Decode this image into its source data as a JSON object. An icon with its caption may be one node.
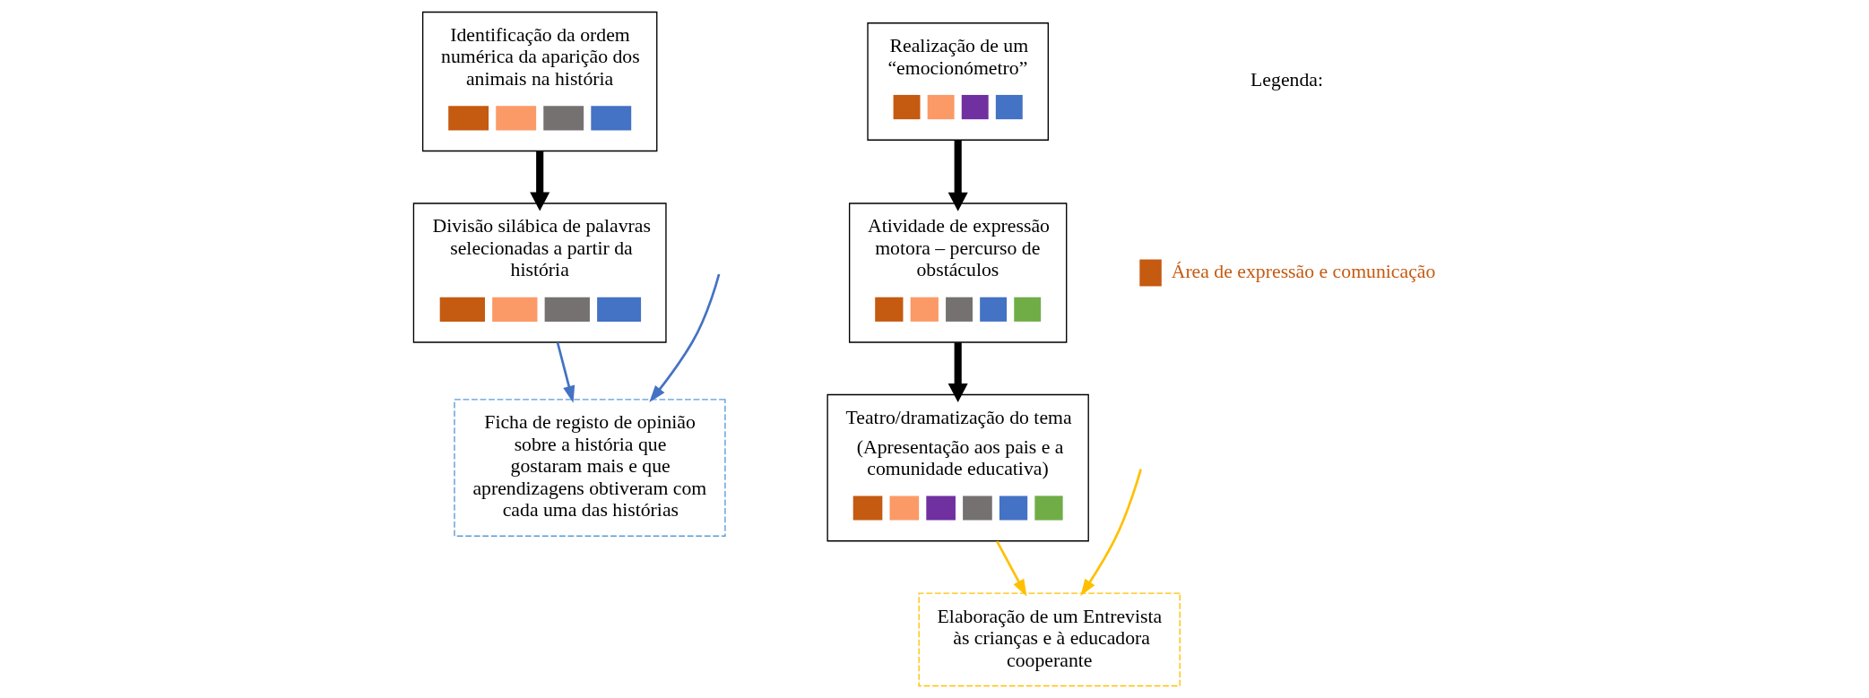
{
  "diagram": {
    "nodes": [
      {
        "text": [
          "Ficha de registo de opinião sobre a história que gostaram mais e que aprendizagens obtiveram com cada uma das histórias"
        ]
      },
      {
        "text": [
          "Identificação da ordem numérica da aparição dos animais na história"
        ]
      },
      {
        "text": [
          "Divisão silábica de palavras selecionadas a partir da história"
        ]
      },
      {
        "text": [
          "Realização de um “emocionómetro”"
        ]
      },
      {
        "text": [
          "Atividade de expressão motora – percurso de obstáculos"
        ]
      },
      {
        "text": [
          "Teatro/dramatização do tema",
          "(Apresentação aos pais e a comunidade educativa)"
        ]
      },
      {
        "text": [
          "Elaboração de um Entrevista às crianças e à educadora cooperante"
        ]
      }
    ],
    "edges": [
      {
        "from": null,
        "to": 0,
        "arrow": "to",
        "color": "#4472c4"
      },
      {
        "from": 2,
        "to": 0,
        "arrow": "to",
        "color": "#4472c4"
      },
      {
        "from": 1,
        "to": 2,
        "arrow": "to",
        "style": "thick"
      },
      {
        "from": 3,
        "to": 4,
        "arrow": "to",
        "style": "thick"
      },
      {
        "from": 4,
        "to": 5,
        "arrow": "to",
        "style": "thick"
      },
      {
        "from": 5,
        "to": 6,
        "arrow": "to",
        "color": "#ffc000"
      },
      {
        "from": null,
        "to": 6,
        "arrow": "to",
        "color": "#ffc000"
      }
    ],
    "labels": [
      "Legenda:"
    ],
    "legend": [
      {
        "text": "Área de expressão e comunicação",
        "color": "#c55a11"
      }
    ]
  }
}
